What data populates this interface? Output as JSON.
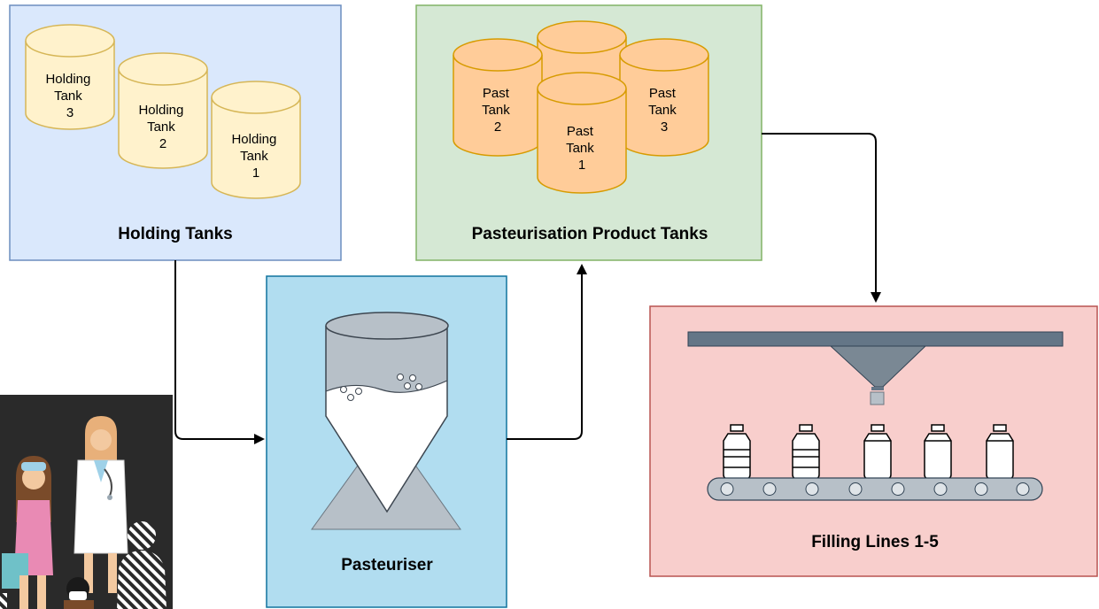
{
  "groups": {
    "holding": {
      "title": "Holding Tanks",
      "fill": "#dae8fc",
      "stroke": "#6c8ebf",
      "tanks": [
        [
          "Holding",
          "Tank",
          "3"
        ],
        [
          "Holding",
          "Tank",
          "2"
        ],
        [
          "Holding",
          "Tank",
          "1"
        ]
      ],
      "tank_fill": "#fff2cc",
      "tank_stroke": "#d6b656"
    },
    "pasteurisation": {
      "title": "Pasteurisation Product Tanks",
      "fill": "#d5e8d4",
      "stroke": "#82b366",
      "tanks": [
        [
          "Past",
          "Tank",
          "2"
        ],
        [
          "Past",
          "Tank",
          "1"
        ],
        [
          "Past",
          "Tank",
          "3"
        ]
      ],
      "tank_fill": "#ffcc99",
      "tank_stroke": "#d79b00"
    },
    "pasteuriser": {
      "title": "Pasteuriser",
      "fill": "#b1ddf0",
      "stroke": "#10739e"
    },
    "filling": {
      "title": "Filling Lines 1-5",
      "fill": "#f8cecc",
      "stroke": "#b85450"
    }
  },
  "connector_color": "#000000"
}
